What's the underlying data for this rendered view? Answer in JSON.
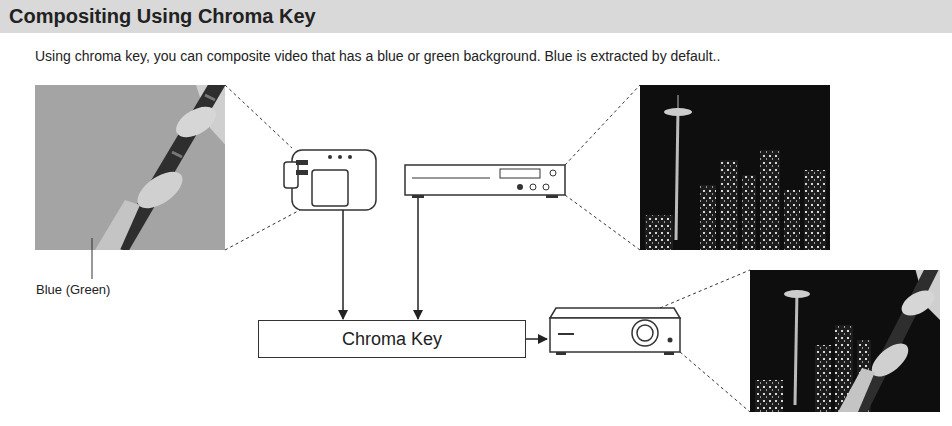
{
  "diagram": {
    "title": "Compositing Using Chroma Key",
    "nodes": [
      {
        "text": [
          "Chroma Key"
        ]
      }
    ],
    "labels": [
      "Using chroma key, you can composite video that has a blue or green background. Blue is extracted by default..",
      "Blue (Green)"
    ]
  }
}
